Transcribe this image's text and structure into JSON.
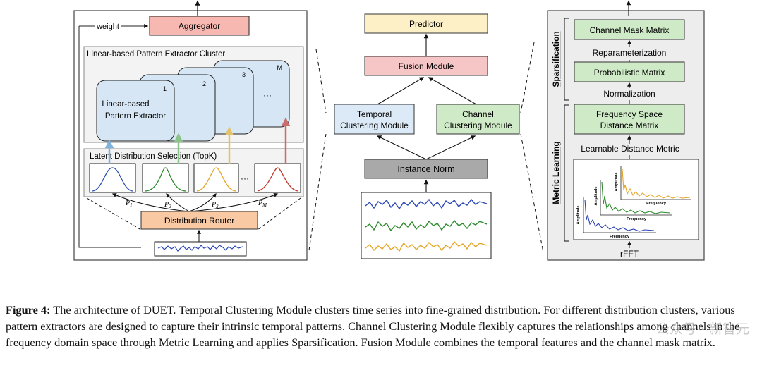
{
  "left": {
    "aggregator": "Aggregator",
    "weight": "weight",
    "cluster_title": "Linear-based Pattern Extractor Cluster",
    "extractor_label_1": "Linear-based",
    "extractor_label_2": "Pattern Extractor",
    "card_nums": [
      "1",
      "2",
      "3",
      "M"
    ],
    "ellipsis": "···",
    "latent_title": "Latent Distribution Selection (TopK)",
    "probs": [
      "P",
      "P",
      "P",
      "P"
    ],
    "prob_subs": [
      "1",
      "2",
      "3",
      "M"
    ],
    "router": "Distribution Router"
  },
  "middle": {
    "predictor": "Predictor",
    "fusion": "Fusion Module",
    "temporal_1": "Temporal",
    "temporal_2": "Clustering Module",
    "channel_1": "Channel",
    "channel_2": "Clustering Module",
    "norm": "Instance Norm"
  },
  "right": {
    "mask": "Channel Mask Matrix",
    "reparam": "Reparameterization",
    "prob_matrix": "Probabilistic Matrix",
    "normalization": "Normalization",
    "freq_1": "Frequency Space",
    "freq_2": "Distance Matrix",
    "learnable": "Learnable Distance Metric",
    "sparsification": "Sparsification",
    "metric_learning": "Metric  Learning",
    "amplitude": "Amplitude",
    "frequency": "Frequency",
    "rfft": "rFFT"
  },
  "caption": {
    "label": "Figure 4:",
    "text": "The architecture of DUET. Temporal Clustering Module clusters time series into fine-grained distribution. For different distribution clusters, various pattern extractors are designed to capture their intrinsic temporal patterns. Channel Clustering Module flexibly captures the relationships among channels in the frequency domain space through Metric Learning and applies Sparsification. Fusion Module combines the temporal features and the channel mask matrix."
  },
  "watermark": "公众号 · 新智元"
}
